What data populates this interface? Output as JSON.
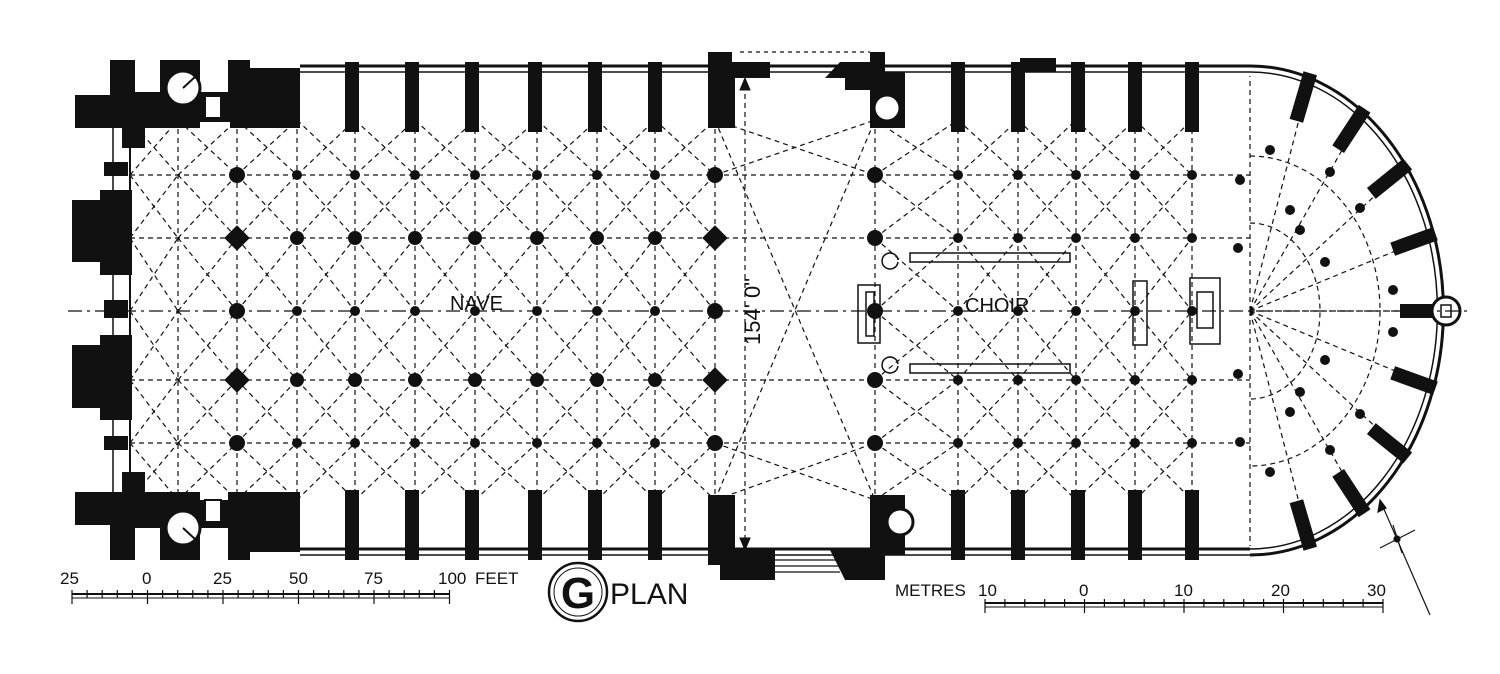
{
  "labels": {
    "nave": "NAVE",
    "choir": "CHOIR",
    "width_dimension": "154' 0\"",
    "plan_letter": "G",
    "plan_title": "PLAN"
  },
  "scale_feet": {
    "unit": "FEET",
    "ticks": [
      "25",
      "0",
      "25",
      "50",
      "75",
      "100"
    ]
  },
  "scale_metres": {
    "unit": "METRES",
    "ticks": [
      "10",
      "0",
      "10",
      "20",
      "30"
    ]
  },
  "colors": {
    "ink": "#111111",
    "paper": "#ffffff"
  }
}
